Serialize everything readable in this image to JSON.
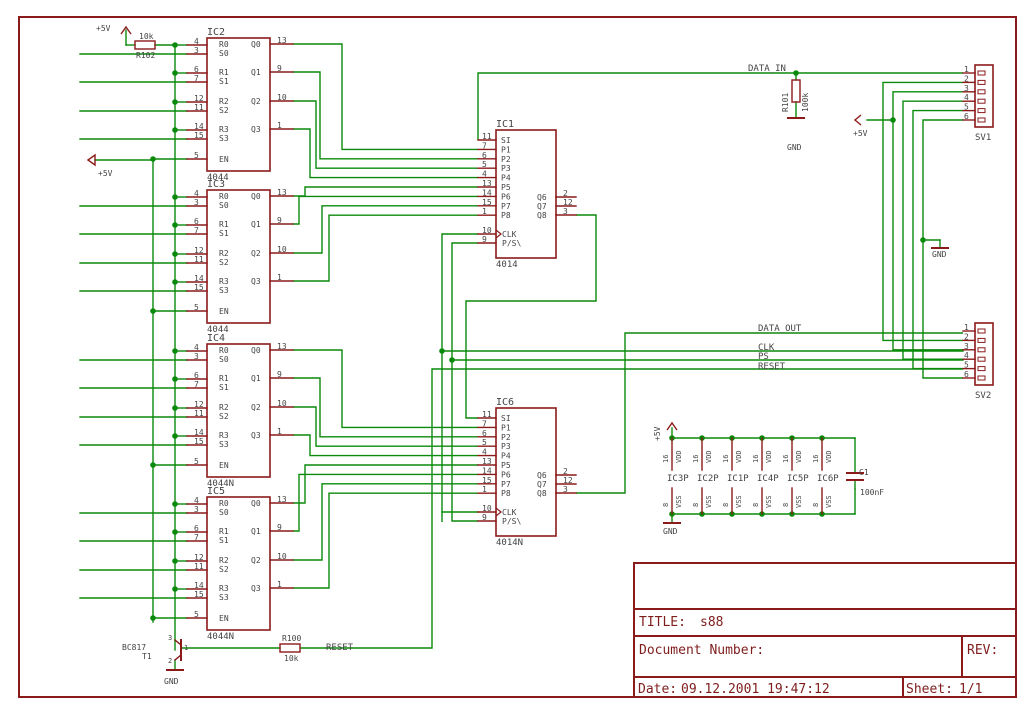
{
  "colors": {
    "wire": "#0a8a0a",
    "part": "#8b1a1a",
    "text": "#444444",
    "bg": "#ffffff"
  },
  "supply": {
    "vcc": "+5V",
    "gnd": "GND",
    "vcc_left": "+5V"
  },
  "r102": {
    "name": "R102",
    "value": "10k"
  },
  "r101": {
    "name": "R101",
    "value": "100k"
  },
  "r100": {
    "name": "R100",
    "value": "10k"
  },
  "c1": {
    "name": "C1",
    "value": "100nF"
  },
  "t1": {
    "name": "T1",
    "value": "BC817"
  },
  "signals": {
    "data_in": "DATA_IN",
    "data_out": "DATA_OUT",
    "clk": "CLK",
    "ps": "PS",
    "reset": "RESET",
    "reset_left": "RESET"
  },
  "ic4044": {
    "rows": [
      {
        "r": "R0",
        "s": "S0",
        "q": "Q0",
        "rn": "4",
        "sn": "3",
        "qn": "13"
      },
      {
        "r": "R1",
        "s": "S1",
        "q": "Q1",
        "rn": "6",
        "sn": "7",
        "qn": "9"
      },
      {
        "r": "R2",
        "s": "S2",
        "q": "Q2",
        "rn": "12",
        "sn": "11",
        "qn": "10"
      },
      {
        "r": "R3",
        "s": "S3",
        "q": "Q3",
        "rn": "14",
        "sn": "15",
        "qn": "1"
      }
    ],
    "en": "EN",
    "en_pin": "5",
    "parts": [
      {
        "name": "IC2",
        "value": "4044"
      },
      {
        "name": "IC3",
        "value": "4044"
      },
      {
        "name": "IC4",
        "value": "4044N"
      },
      {
        "name": "IC5",
        "value": "4044N"
      }
    ]
  },
  "ic4014": {
    "pins": [
      {
        "n": "11",
        "l": "SI"
      },
      {
        "n": "7",
        "l": "P1"
      },
      {
        "n": "6",
        "l": "P2"
      },
      {
        "n": "5",
        "l": "P3"
      },
      {
        "n": "4",
        "l": "P4"
      },
      {
        "n": "13",
        "l": "P5"
      },
      {
        "n": "14",
        "l": "P6"
      },
      {
        "n": "15",
        "l": "P7"
      },
      {
        "n": "1",
        "l": "P8"
      }
    ],
    "right": [
      {
        "n": "2",
        "l": "Q6"
      },
      {
        "n": "12",
        "l": "Q7"
      },
      {
        "n": "3",
        "l": "Q8"
      }
    ],
    "clk": {
      "n": "10",
      "l": "CLK"
    },
    "ps": {
      "n": "9",
      "l": "P/S\\"
    },
    "parts": [
      {
        "name": "IC1",
        "value": "4014"
      },
      {
        "name": "IC6",
        "value": "4014N"
      }
    ]
  },
  "sv": {
    "sv1": "SV1",
    "sv2": "SV2",
    "pins": [
      "1",
      "2",
      "3",
      "4",
      "5",
      "6"
    ]
  },
  "power": {
    "parts": [
      "IC3P",
      "IC2P",
      "IC1P",
      "IC4P",
      "IC5P",
      "IC6P"
    ],
    "vdd": "VDD",
    "vss": "VSS",
    "vdd_pin": "16",
    "vss_pin": "8"
  },
  "title_block": {
    "title_label": "TITLE:",
    "title_value": "s88",
    "doc_label": "Document Number:",
    "rev_label": "REV:",
    "date_label": "Date:",
    "date_value": "09.12.2001 19:47:12",
    "sheet_label": "Sheet:",
    "sheet_value": "1/1"
  }
}
